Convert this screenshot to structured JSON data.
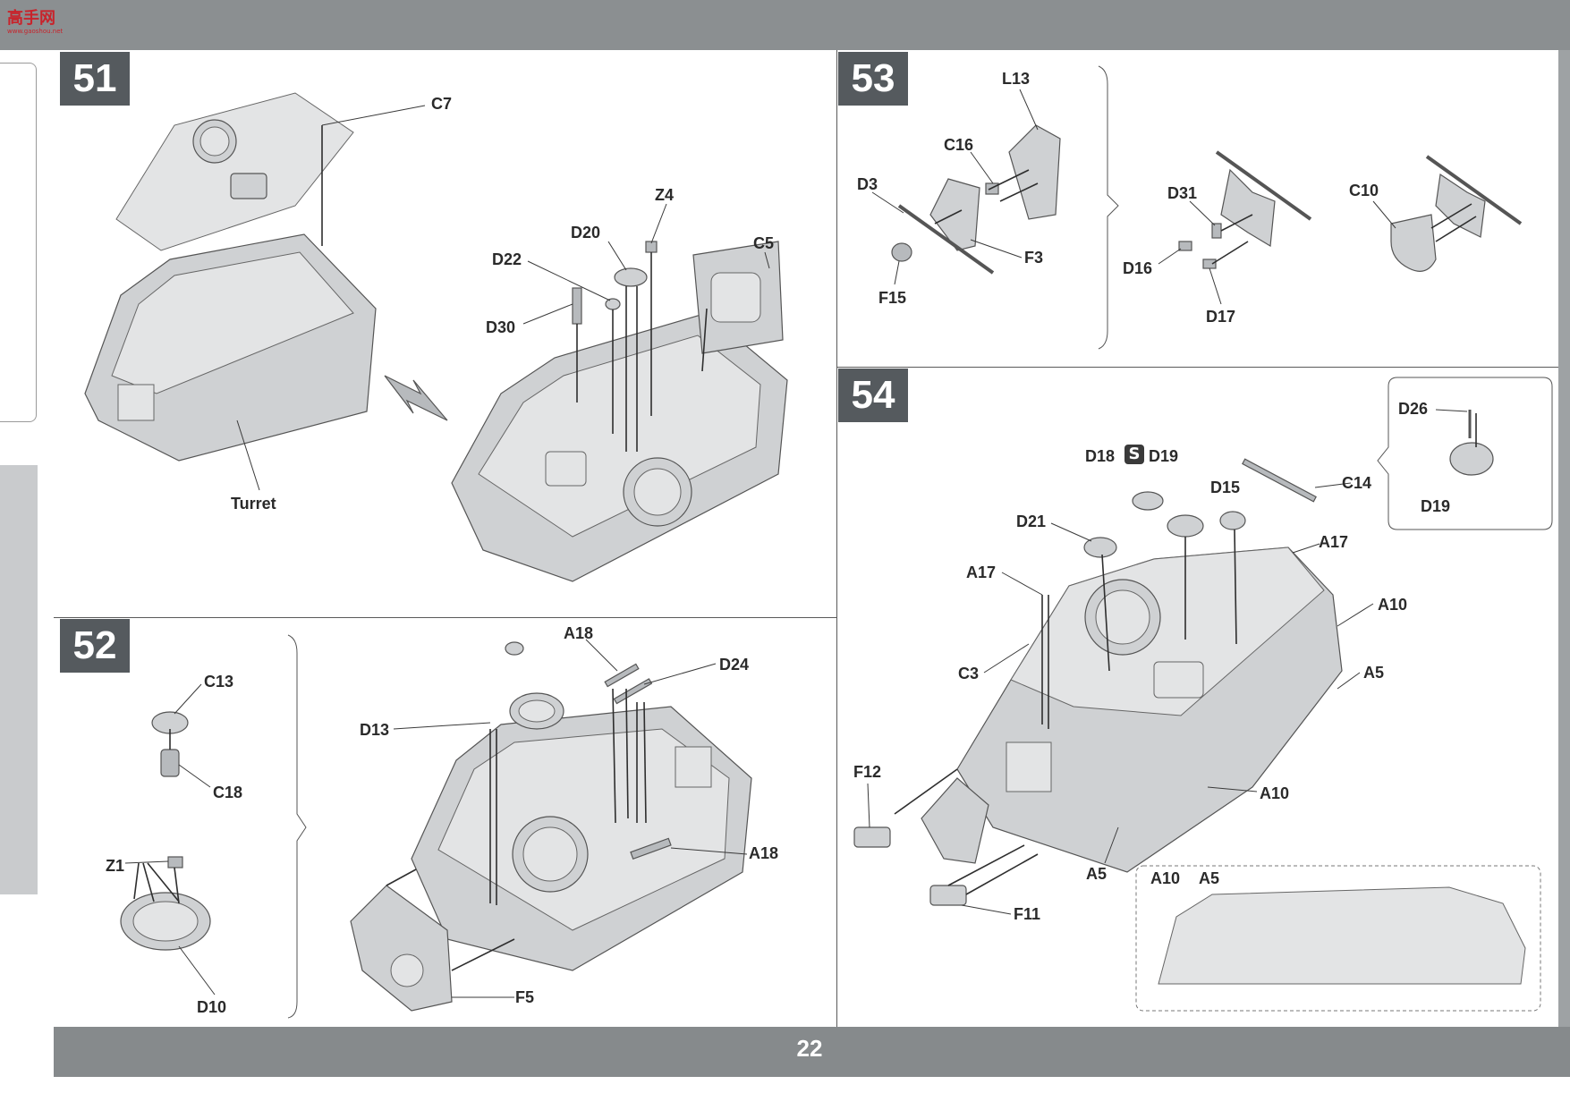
{
  "logo": {
    "text": "高手网",
    "url": "www.gaoshou.net"
  },
  "page_number": "22",
  "steps": [
    {
      "number": "51",
      "labels": [
        "C7",
        "Turret",
        "Z4",
        "D20",
        "D22",
        "C5",
        "D30"
      ]
    },
    {
      "number": "52",
      "labels": [
        "C13",
        "C18",
        "Z1",
        "D10",
        "A18",
        "D24",
        "D13",
        "A18",
        "F5"
      ]
    },
    {
      "number": "53",
      "labels": [
        "L13",
        "C16",
        "D3",
        "F3",
        "F15",
        "D31",
        "C10",
        "D16",
        "D17"
      ]
    },
    {
      "number": "54",
      "labels": [
        "D26",
        "D19",
        "D18",
        "D19",
        "D15",
        "C14",
        "D21",
        "A17",
        "A17",
        "A10",
        "C3",
        "A5",
        "F12",
        "A10",
        "A5",
        "F11",
        "A10",
        "A5"
      ]
    }
  ],
  "icons": {
    "alternate_symbol": "swap-symbol-icon"
  }
}
